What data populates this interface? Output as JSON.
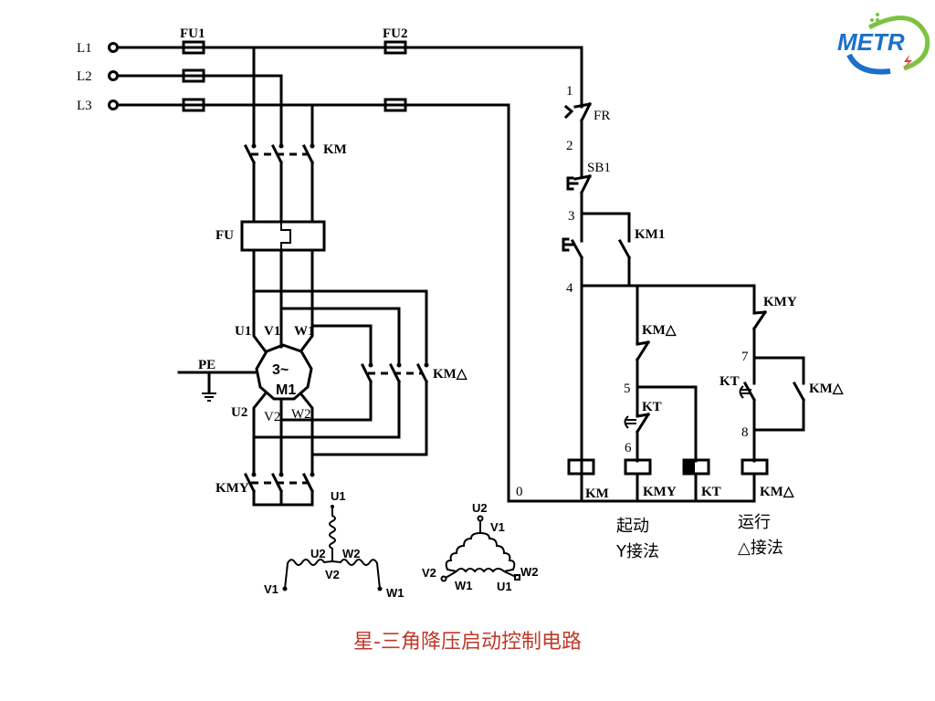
{
  "title": "星-三角降压启动控制电路",
  "logo": {
    "text": "METR",
    "colors": {
      "text": "#1a6fc9",
      "arc": "#7dc242",
      "bolt": "#e53935"
    }
  },
  "power_lines": [
    "L1",
    "L2",
    "L3"
  ],
  "fuses": {
    "main": "FU1",
    "control": "FU2",
    "thermal": "FU"
  },
  "contactors": {
    "main": "KM",
    "delta": "KM△",
    "star": "KMY"
  },
  "motor": {
    "phase": "3~",
    "name": "M1",
    "ground": "PE",
    "terminals": {
      "u1": "U1",
      "v1": "V1",
      "w1": "W1",
      "u2": "U2",
      "v2": "V2",
      "w2": "W2"
    }
  },
  "control": {
    "nodes": [
      "1",
      "2",
      "3",
      "4",
      "5",
      "6",
      "7",
      "8",
      "0"
    ],
    "devices": {
      "fr": "FR",
      "sb1": "SB1",
      "km1": "KM1",
      "km_delta_nc": "KM△",
      "kt_nc": "KT",
      "kmy_nc": "KMY",
      "kt_no": "KT",
      "km_delta_no": "KM△"
    },
    "coils": [
      "KM",
      "KMY",
      "KT",
      "KM△"
    ],
    "captions": {
      "star_line1": "起动",
      "star_line2": "Y接法",
      "delta_line1": "运行",
      "delta_line2": "△接法"
    }
  },
  "star_diagram": {
    "top": "U1",
    "center_left": "U2",
    "center_right": "W2",
    "center_bottom": "V2",
    "left": "V1",
    "right": "W1"
  },
  "delta_diagram": {
    "top": "U2",
    "top_right": "V1",
    "left": "V2",
    "bottom_left": "W1",
    "bottom_right": "U1",
    "right": "W2"
  }
}
